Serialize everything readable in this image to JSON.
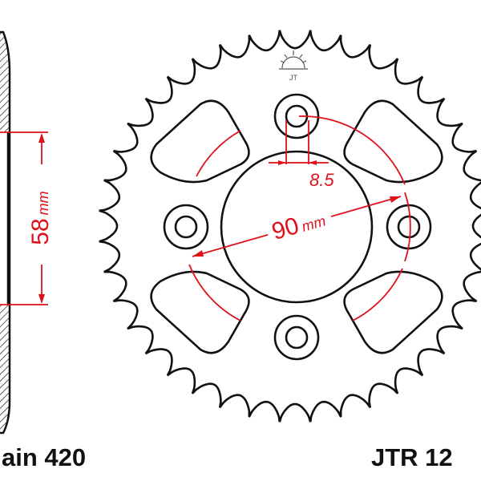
{
  "labels": {
    "chain": "ain 420",
    "part_number": "JTR 12"
  },
  "dimensions": {
    "offset": "58",
    "offset_unit": "mm",
    "bolt_circle": "90",
    "bolt_circle_unit": "mm",
    "bolt_hole": "8.5"
  },
  "colors": {
    "outline": "#111111",
    "dimension": "#e0101a"
  },
  "logo_text": "JT"
}
